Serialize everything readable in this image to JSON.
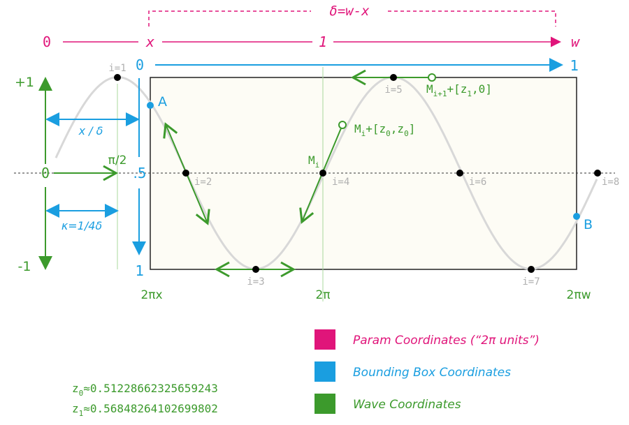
{
  "colors": {
    "param": "#e0157a",
    "bbox": "#1a9ee0",
    "wave": "#3c9a2c",
    "curve": "#d8d8d8",
    "box_fill": "#fdfcf5"
  },
  "param_axis": {
    "delta_label": "δ=w-x",
    "zero": "0",
    "x": "x",
    "one": "1",
    "w": "w"
  },
  "bbox_axis": {
    "zero": "0",
    "one": "1",
    "half": ".5",
    "v_one": "1"
  },
  "wave_axis": {
    "plus_one": "+1",
    "minus_one": "-1",
    "zero": "0",
    "pi_half": "π/2"
  },
  "dims": {
    "x_over_delta": "x / δ",
    "kappa": "κ=1/4δ"
  },
  "points": {
    "A": "A",
    "B": "B",
    "i1": "i=1",
    "i2": "i=2",
    "i3": "i=3",
    "i4": "i=4",
    "i5": "i=5",
    "i6": "i=6",
    "i7": "i=7",
    "i8": "i=8"
  },
  "annotations": {
    "Mi": "M",
    "Mi_sub": "i",
    "cp1": "M",
    "cp1_sub": "i",
    "cp1_rest": "+[z",
    "cp1_z0a": "0",
    "cp1_mid": ",z",
    "cp1_z0b": "0",
    "cp1_end": "]",
    "cp2": "M",
    "cp2_sub": "i+1",
    "cp2_rest": "+[z",
    "cp2_z1": "1",
    "cp2_end": ",0]"
  },
  "x_labels": {
    "two_pi_x": "2πx",
    "two_pi": "2π",
    "two_pi_w": "2πw"
  },
  "legend": [
    {
      "label": "Param Coordinates (“2π units”)"
    },
    {
      "label": "Bounding Box Coordinates"
    },
    {
      "label": "Wave Coordinates"
    }
  ],
  "constants": {
    "z0_name": "z",
    "z0_sub": "0",
    "z0_value": "≈0.51228662325659243",
    "z1_name": "z",
    "z1_sub": "1",
    "z1_value": "≈0.56848264102699802"
  }
}
